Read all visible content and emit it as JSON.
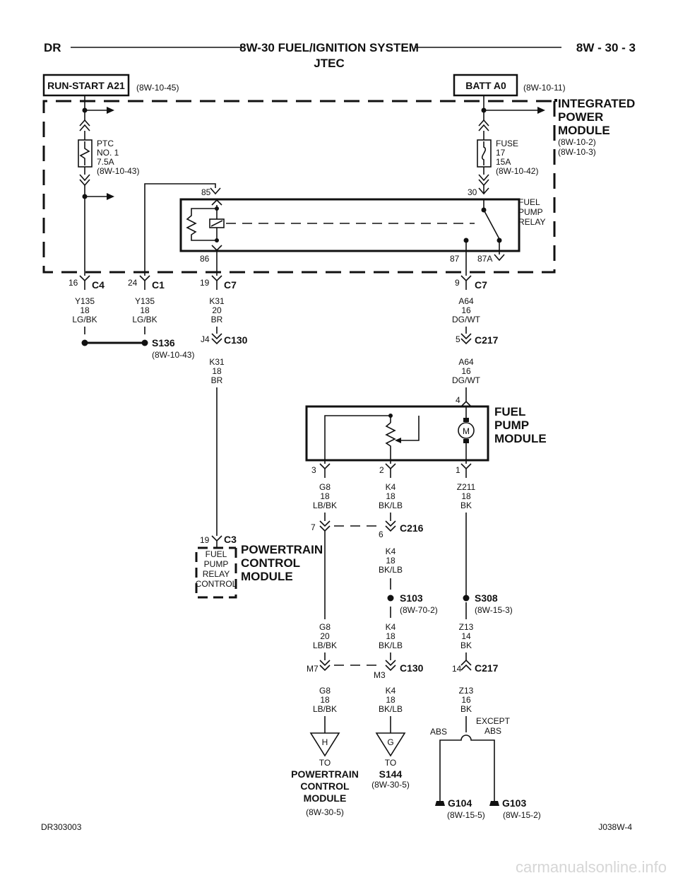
{
  "header": {
    "left": "DR",
    "title": "8W-30 FUEL/IGNITION SYSTEM",
    "subtitle": "JTEC",
    "right": "8W - 30 - 3"
  },
  "sources": {
    "run_start": {
      "label": "RUN-START A21",
      "ref": "(8W-10-45)"
    },
    "batt": {
      "label": "BATT A0",
      "ref": "(8W-10-11)"
    }
  },
  "ipm": {
    "name_line1": "INTEGRATED",
    "name_line2": "POWER",
    "name_line3": "MODULE",
    "ref1": "(8W-10-2)",
    "ref2": "(8W-10-3)",
    "ptc": {
      "l1": "PTC",
      "l2": "NO. 1",
      "l3": "7.5A",
      "l4": "(8W-10-43)"
    },
    "fuse": {
      "l1": "FUSE",
      "l2": "17",
      "l3": "15A",
      "l4": "(8W-10-42)"
    },
    "relay": {
      "l1": "FUEL",
      "l2": "PUMP",
      "l3": "RELAY",
      "pin85": "85",
      "pin86": "86",
      "pin30": "30",
      "pin87": "87",
      "pin87a": "87A"
    }
  },
  "connectors": {
    "c4": {
      "pin": "16",
      "name": "C4"
    },
    "c1": {
      "pin": "24",
      "name": "C1"
    },
    "c7a": {
      "pin": "19",
      "name": "C7"
    },
    "c7b": {
      "pin": "9",
      "name": "C7"
    },
    "c130a": {
      "pin": "J4",
      "name": "C130"
    },
    "c217a": {
      "pin": "5",
      "name": "C217"
    },
    "c216a": {
      "pin": "7"
    },
    "c216b": {
      "pin": "6",
      "name": "C216"
    },
    "c3": {
      "pin": "19",
      "name": "C3"
    },
    "c130b": {
      "pin": "M7"
    },
    "c130c": {
      "pin": "M3",
      "name": "C130"
    },
    "c217b": {
      "pin": "14",
      "name": "C217"
    }
  },
  "wires": {
    "y135a": {
      "c": "Y135",
      "g": "18",
      "col": "LG/BK"
    },
    "y135b": {
      "c": "Y135",
      "g": "18",
      "col": "LG/BK"
    },
    "k31a": {
      "c": "K31",
      "g": "20",
      "col": "BR"
    },
    "k31b": {
      "c": "K31",
      "g": "18",
      "col": "BR"
    },
    "a64a": {
      "c": "A64",
      "g": "16",
      "col": "DG/WT"
    },
    "a64b": {
      "c": "A64",
      "g": "16",
      "col": "DG/WT"
    },
    "g8a": {
      "c": "G8",
      "g": "18",
      "col": "LB/BK"
    },
    "k4a": {
      "c": "K4",
      "g": "18",
      "col": "BK/LB"
    },
    "z211": {
      "c": "Z211",
      "g": "18",
      "col": "BK"
    },
    "k4b": {
      "c": "K4",
      "g": "18",
      "col": "BK/LB"
    },
    "g8b": {
      "c": "G8",
      "g": "20",
      "col": "LB/BK"
    },
    "k4c": {
      "c": "K4",
      "g": "18",
      "col": "BK/LB"
    },
    "z13a": {
      "c": "Z13",
      "g": "14",
      "col": "BK"
    },
    "g8c": {
      "c": "G8",
      "g": "18",
      "col": "LB/BK"
    },
    "k4d": {
      "c": "K4",
      "g": "18",
      "col": "BK/LB"
    },
    "z13b": {
      "c": "Z13",
      "g": "16",
      "col": "BK"
    }
  },
  "splices": {
    "s136": {
      "name": "S136",
      "ref": "(8W-10-43)"
    },
    "s103": {
      "name": "S103",
      "ref": "(8W-70-2)"
    },
    "s308": {
      "name": "S308",
      "ref": "(8W-15-3)"
    }
  },
  "fpm": {
    "l1": "FUEL",
    "l2": "PUMP",
    "l3": "MODULE",
    "pin4": "4",
    "pin3": "3",
    "pin2": "2",
    "pin1": "1",
    "motor": "M"
  },
  "pcm": {
    "inner1": "FUEL",
    "inner2": "PUMP",
    "inner3": "RELAY",
    "inner4": "CONTROL",
    "l1": "POWERTRAIN",
    "l2": "CONTROL",
    "l3": "MODULE"
  },
  "refs": {
    "h": {
      "letter": "H",
      "to": "TO",
      "l1": "POWERTRAIN",
      "l2": "CONTROL",
      "l3": "MODULE",
      "ref": "(8W-30-5)"
    },
    "g": {
      "letter": "G",
      "to": "TO",
      "l1": "S144",
      "ref": "(8W-30-5)"
    }
  },
  "grounds": {
    "abs": "ABS",
    "except1": "EXCEPT",
    "except2": "ABS",
    "g104": {
      "name": "G104",
      "ref": "(8W-15-5)"
    },
    "g103": {
      "name": "G103",
      "ref": "(8W-15-2)"
    }
  },
  "footer": {
    "left": "DR303003",
    "right": "J038W-4"
  },
  "watermark": "carmanualsonline.info"
}
